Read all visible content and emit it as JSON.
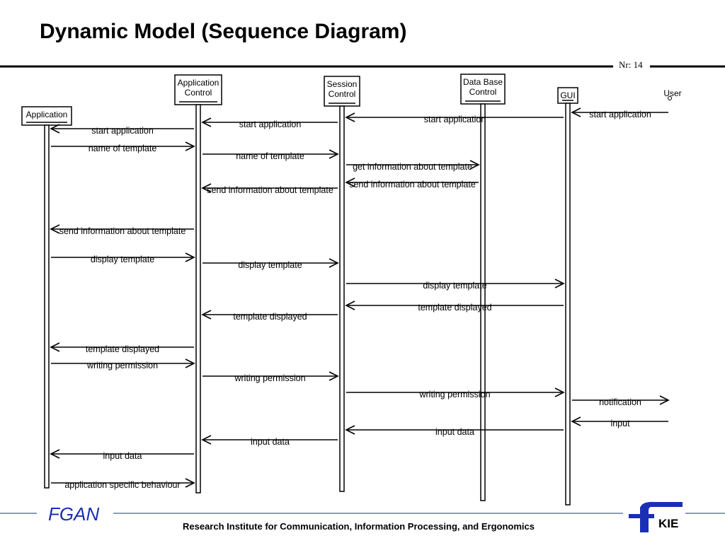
{
  "title": "Dynamic Model (Sequence Diagram)",
  "slide_number": "Nr: 14",
  "footer": {
    "organization": "Research Institute for Communication, Information Processing, and Ergonomics",
    "left_logo_text": "FGAN",
    "right_logo_text": "KIE"
  },
  "lifelines": [
    {
      "id": "app",
      "lines": [
        "Application"
      ]
    },
    {
      "id": "appctrl",
      "lines": [
        "Application",
        "Control"
      ]
    },
    {
      "id": "session",
      "lines": [
        "Session",
        "Control"
      ]
    },
    {
      "id": "db",
      "lines": [
        "Data Base",
        "Control"
      ]
    },
    {
      "id": "gui",
      "lines": [
        "GUI"
      ]
    },
    {
      "id": "user",
      "lines": [
        "User"
      ]
    }
  ],
  "messages": [
    {
      "from": "user",
      "to": "gui",
      "label": "start application"
    },
    {
      "from": "gui",
      "to": "session",
      "label": "start application"
    },
    {
      "from": "session",
      "to": "appctrl",
      "label": "start application"
    },
    {
      "from": "appctrl",
      "to": "app",
      "label": "start application"
    },
    {
      "from": "app",
      "to": "appctrl",
      "label": "name of template"
    },
    {
      "from": "appctrl",
      "to": "session",
      "label": "name of template"
    },
    {
      "from": "session",
      "to": "db",
      "label": "get information about template"
    },
    {
      "from": "db",
      "to": "session",
      "label": "send information about template"
    },
    {
      "from": "session",
      "to": "appctrl",
      "label": "send information about template"
    },
    {
      "from": "appctrl",
      "to": "app",
      "label": "send information about template"
    },
    {
      "from": "app",
      "to": "appctrl",
      "label": "display template"
    },
    {
      "from": "appctrl",
      "to": "session",
      "label": "display template"
    },
    {
      "from": "session",
      "to": "gui",
      "label": "display template"
    },
    {
      "from": "gui",
      "to": "session",
      "label": "template displayed"
    },
    {
      "from": "session",
      "to": "appctrl",
      "label": "template displayed"
    },
    {
      "from": "appctrl",
      "to": "app",
      "label": "template displayed"
    },
    {
      "from": "app",
      "to": "appctrl",
      "label": "writing permission"
    },
    {
      "from": "appctrl",
      "to": "session",
      "label": "writing permission"
    },
    {
      "from": "session",
      "to": "gui",
      "label": "writing permission"
    },
    {
      "from": "gui",
      "to": "user",
      "label": "notification"
    },
    {
      "from": "user",
      "to": "gui",
      "label": "input"
    },
    {
      "from": "gui",
      "to": "session",
      "label": "input data"
    },
    {
      "from": "session",
      "to": "appctrl",
      "label": "input data"
    },
    {
      "from": "appctrl",
      "to": "app",
      "label": "input data"
    },
    {
      "from": "app",
      "to": "appctrl",
      "label": "application specific behaviour"
    }
  ]
}
